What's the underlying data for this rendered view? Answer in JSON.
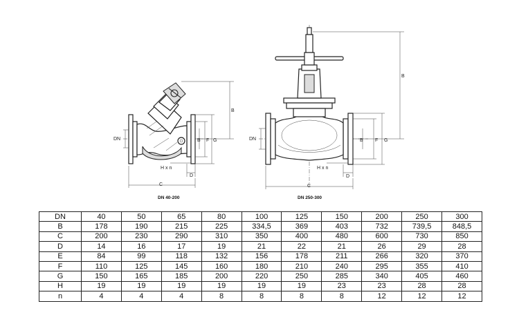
{
  "drawings": {
    "left": {
      "caption": "DN 40-200",
      "labels": {
        "dn": "DN",
        "b_height": "B",
        "b": "B",
        "f": "F",
        "g": "G",
        "hxn": "H x n",
        "d": "D",
        "c": "C"
      }
    },
    "right": {
      "caption": "DN 250-300",
      "labels": {
        "dn": "DN",
        "b_height": "B",
        "b": "B",
        "f": "F",
        "g": "G",
        "hxn": "H x n",
        "d": "D",
        "c": "C"
      }
    }
  },
  "table": {
    "rows": [
      {
        "label": "DN",
        "values": [
          "40",
          "50",
          "65",
          "80",
          "100",
          "125",
          "150",
          "200",
          "250",
          "300"
        ]
      },
      {
        "label": "B",
        "values": [
          "178",
          "190",
          "215",
          "225",
          "334,5",
          "369",
          "403",
          "732",
          "739,5",
          "848,5"
        ]
      },
      {
        "label": "C",
        "values": [
          "200",
          "230",
          "290",
          "310",
          "350",
          "400",
          "480",
          "600",
          "730",
          "850"
        ]
      },
      {
        "label": "D",
        "values": [
          "14",
          "16",
          "17",
          "19",
          "21",
          "22",
          "21",
          "26",
          "29",
          "28"
        ]
      },
      {
        "label": "E",
        "values": [
          "84",
          "99",
          "118",
          "132",
          "156",
          "178",
          "211",
          "266",
          "320",
          "370"
        ]
      },
      {
        "label": "F",
        "values": [
          "110",
          "125",
          "145",
          "160",
          "180",
          "210",
          "240",
          "295",
          "355",
          "410"
        ]
      },
      {
        "label": "G",
        "values": [
          "150",
          "165",
          "185",
          "200",
          "220",
          "250",
          "285",
          "340",
          "405",
          "460"
        ]
      },
      {
        "label": "H",
        "values": [
          "19",
          "19",
          "19",
          "19",
          "19",
          "19",
          "23",
          "23",
          "28",
          "28"
        ]
      },
      {
        "label": "n",
        "values": [
          "4",
          "4",
          "4",
          "8",
          "8",
          "8",
          "8",
          "12",
          "12",
          "12"
        ]
      }
    ]
  }
}
